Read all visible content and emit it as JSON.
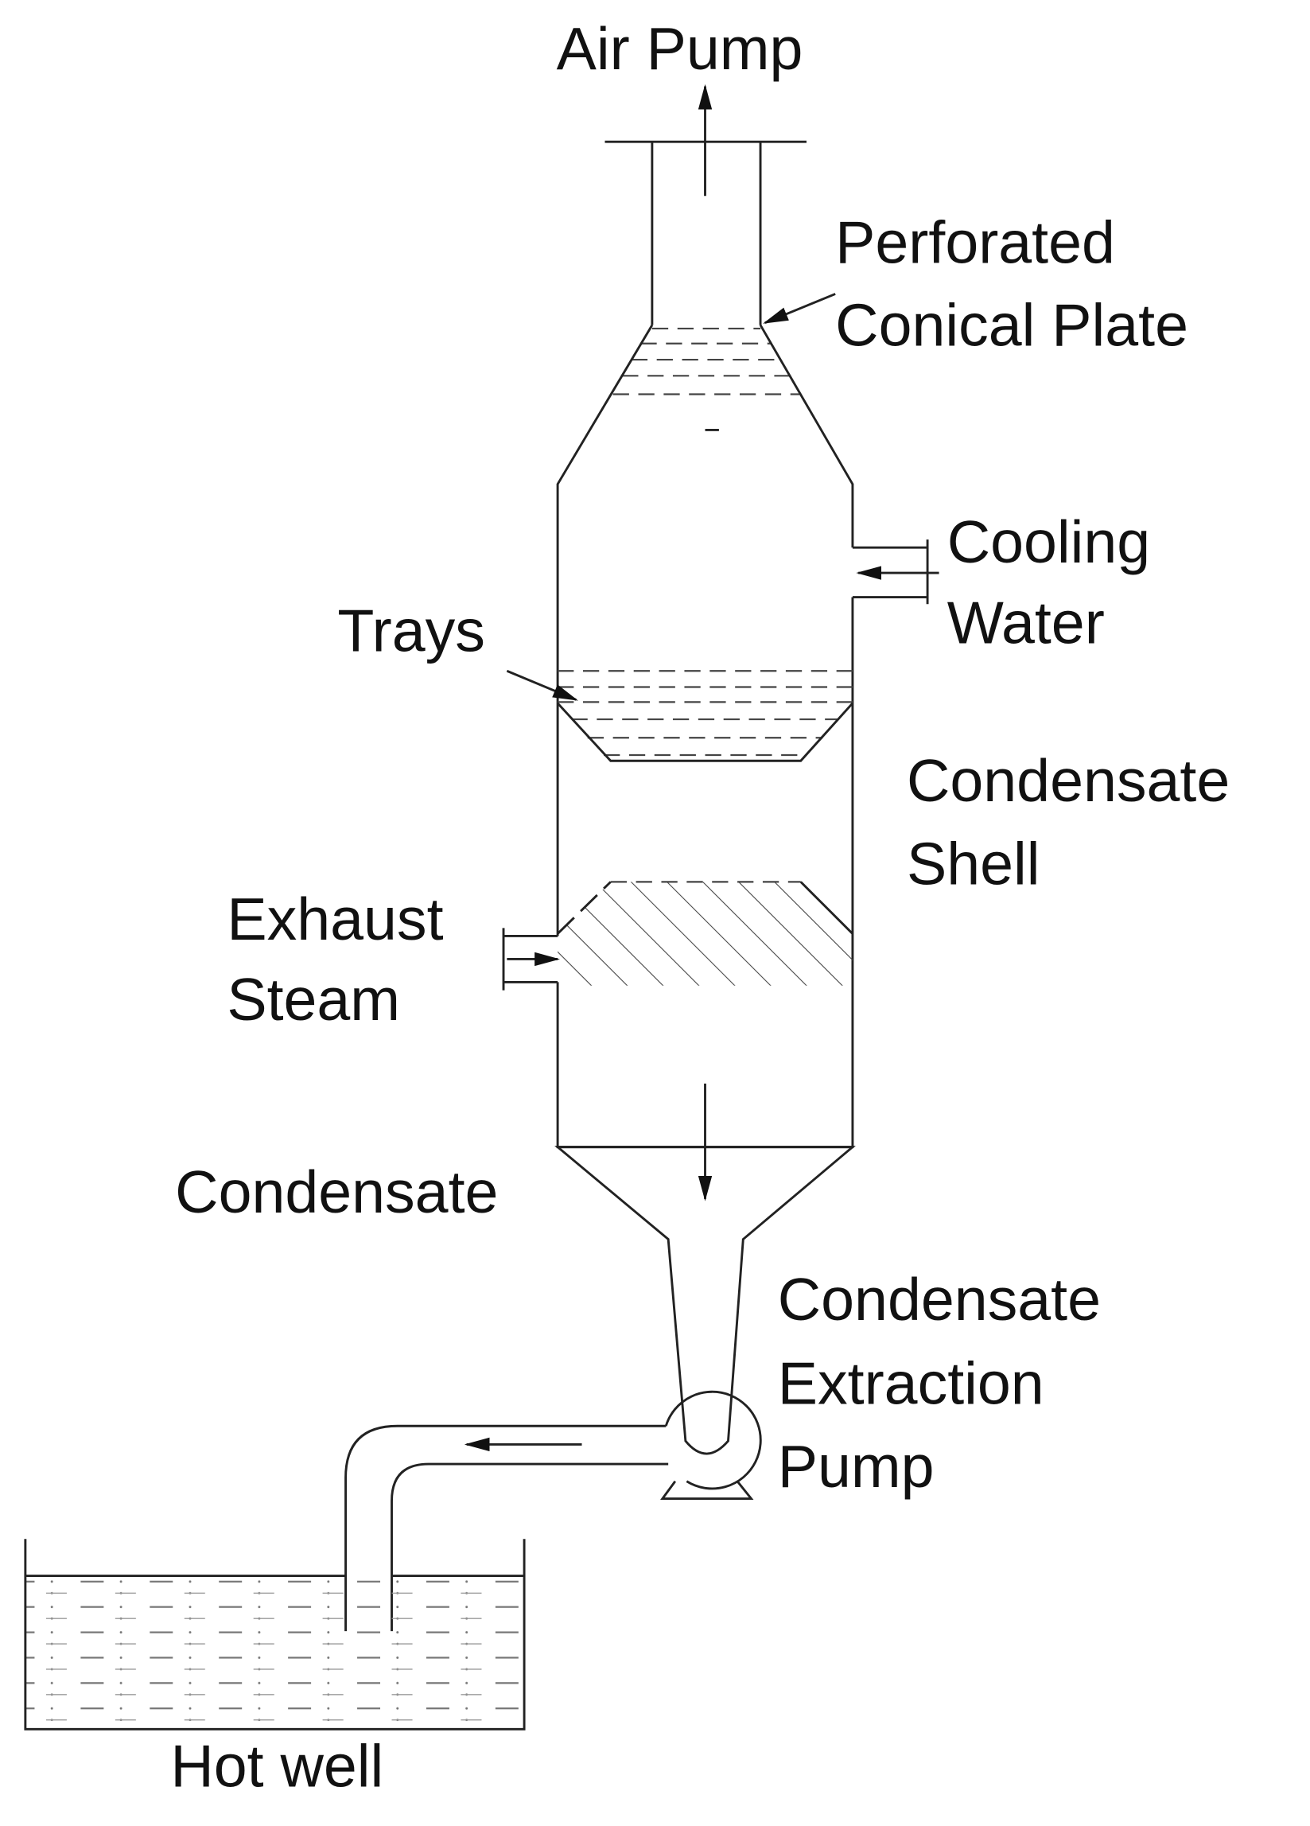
{
  "labels": {
    "air_pump": "Air Pump",
    "perforated_1": "Perforated",
    "perforated_2": "Conical Plate",
    "cooling_1": "Cooling",
    "cooling_2": "Water",
    "trays": "Trays",
    "shell_1": "Condensate",
    "shell_2": "Shell",
    "exhaust_1": "Exhaust",
    "exhaust_2": "Steam",
    "condensate": "Condensate",
    "pump_1": "Condensate",
    "pump_2": "Extraction",
    "pump_3": "Pump",
    "hot_well": "Hot well"
  },
  "colors": {
    "line": "#222222",
    "background": "#ffffff"
  }
}
